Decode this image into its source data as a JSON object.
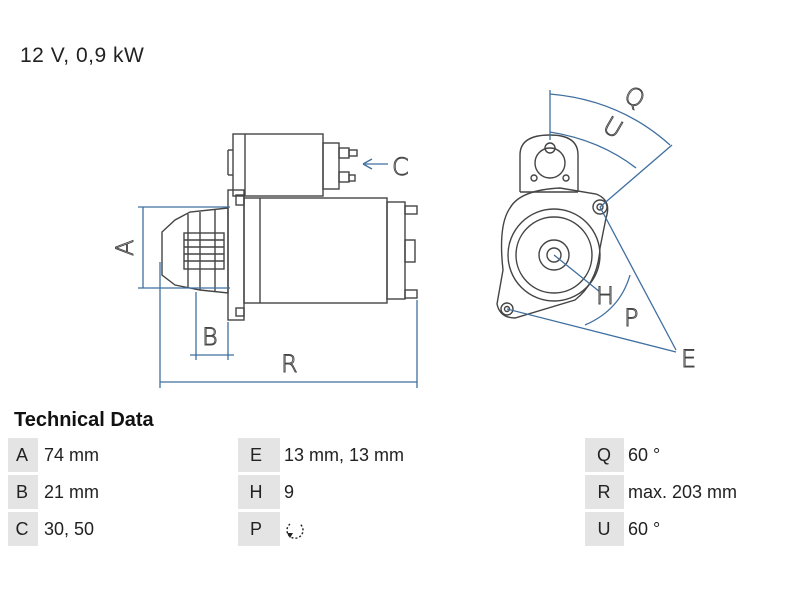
{
  "spec_line": "12 V, 0,9 kW",
  "diagram_labels": {
    "A": "A",
    "B": "B",
    "C": "C",
    "R": "R",
    "Q": "Q",
    "U": "U",
    "H": "H",
    "P": "P",
    "E": "E"
  },
  "section_title": "Technical Data",
  "table": {
    "rows": [
      [
        {
          "key": "A",
          "value": "74 mm"
        },
        {
          "key": "E",
          "value": "13 mm, 13 mm"
        },
        {
          "key": "Q",
          "value": "60 °"
        }
      ],
      [
        {
          "key": "B",
          "value": "21 mm"
        },
        {
          "key": "H",
          "value": "9"
        },
        {
          "key": "R",
          "value": "max. 203 mm"
        }
      ],
      [
        {
          "key": "C",
          "value": "30, 50"
        },
        {
          "key": "P",
          "value": "",
          "icon": "rotation-counterclockwise-icon"
        },
        {
          "key": "U",
          "value": "60 °"
        }
      ]
    ]
  },
  "colors": {
    "dimension_line": "#3f6f9f",
    "outline": "#444444",
    "table_bg": "#e4e4e4"
  }
}
